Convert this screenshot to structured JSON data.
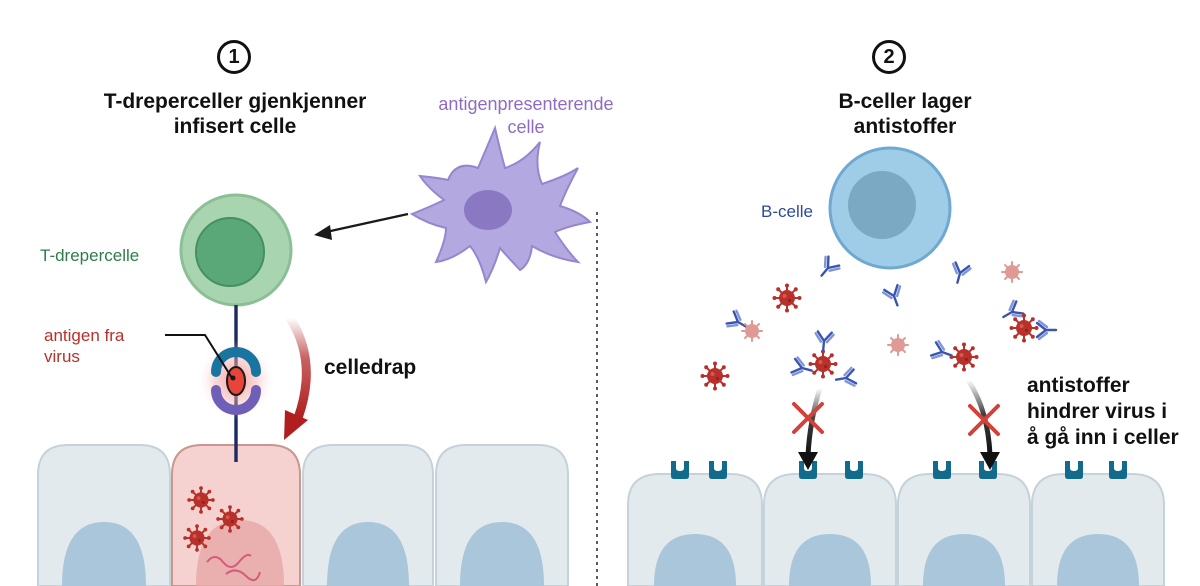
{
  "panel1": {
    "step_number": "1",
    "title_line1": "T-dreperceller gjenkjenner",
    "title_line2": "infisert celle",
    "apc_label_line1": "antigenpresenterende",
    "apc_label_line2": "celle",
    "tcell_label": "T-drepercelle",
    "antigen_label_line1": "antigen fra",
    "antigen_label_line2": "virus",
    "kill_label": "celledrap"
  },
  "panel2": {
    "step_number": "2",
    "title_line1": "B-celler lager",
    "title_line2": "antistoffer",
    "bcell_label": "B-celle",
    "block_label_line1": "antistoffer",
    "block_label_line2": "hindrer virus i",
    "block_label_line3": "å gå inn i celler"
  },
  "colors": {
    "tcell": "#a8d5b0",
    "tcell_nucleus": "#5aa878",
    "apc": "#b3a8e0",
    "bcell": "#9fcde8",
    "virus": "#b8302a",
    "antibody": "#3a55b0",
    "receptor": "#136b8c",
    "host_cell": "#e3eaee",
    "infected_cell": "#f5d2cf",
    "kill_arrow": "#b01e1e"
  }
}
